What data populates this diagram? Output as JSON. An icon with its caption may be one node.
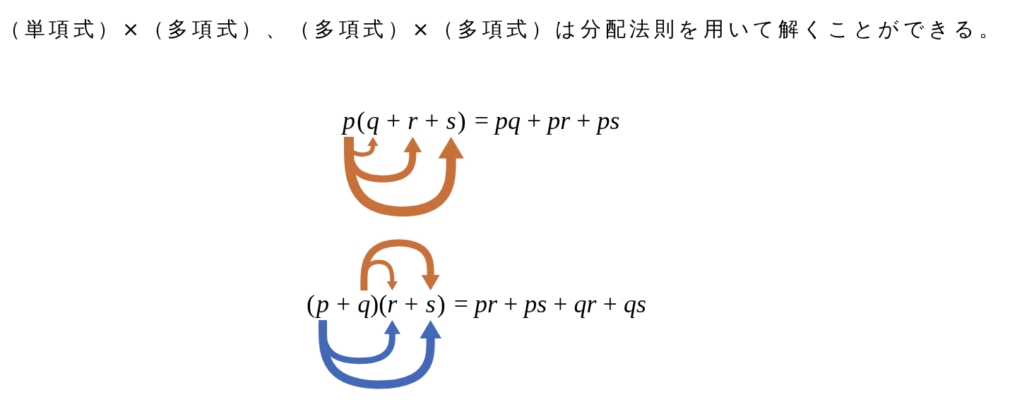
{
  "diagram": {
    "title": "（単項式）×（多項式）、（多項式）×（多項式）は分配法則を用いて解くことができる。",
    "nodes": [
      {
        "text": [
          "p"
        ]
      },
      {
        "text": [
          "q"
        ]
      },
      {
        "text": [
          "r"
        ]
      },
      {
        "text": [
          "s"
        ]
      },
      {
        "text": [
          "p"
        ]
      },
      {
        "text": [
          "q"
        ]
      },
      {
        "text": [
          "r"
        ]
      },
      {
        "text": [
          "s"
        ]
      }
    ],
    "edges": [
      {
        "from": 0,
        "to": 1,
        "arrow": "to"
      },
      {
        "from": 0,
        "to": 2,
        "arrow": "to"
      },
      {
        "from": 0,
        "to": 3,
        "arrow": "to"
      },
      {
        "from": 5,
        "to": 6,
        "arrow": "to"
      },
      {
        "from": 5,
        "to": 7,
        "arrow": "to"
      },
      {
        "from": 4,
        "to": 6,
        "arrow": "to",
        "color": "#4468b8"
      },
      {
        "from": 4,
        "to": 7,
        "arrow": "to",
        "color": "#4468b8"
      }
    ],
    "labels": [
      "(",
      "+",
      "+",
      ")",
      "= *pq* + *pr* + *ps*",
      "(",
      "+",
      ")(",
      "+",
      ")",
      "= *pr* + *ps* + *qr* + *qs*"
    ]
  }
}
